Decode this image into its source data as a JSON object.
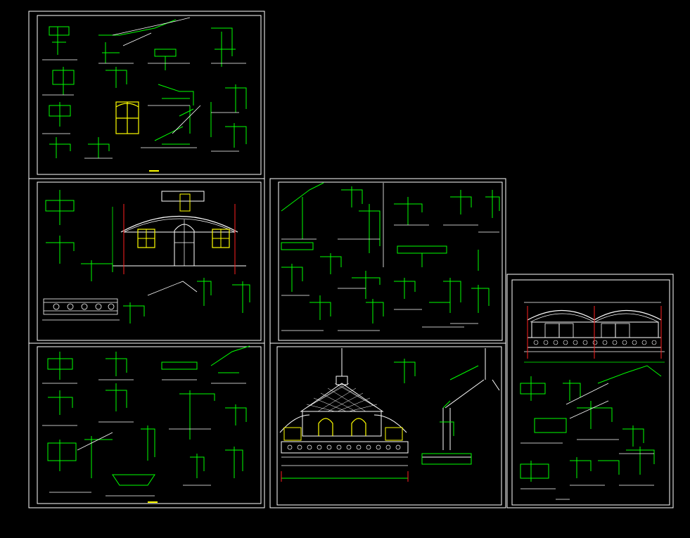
{
  "application": {
    "name": "",
    "background_color": "#000000"
  },
  "colors": {
    "sheet_border": "#ffffff",
    "detail_green": "#00ff00",
    "line_white": "#ffffff",
    "red_axis": "#ff2020",
    "yellow_window": "#ffff00",
    "cyan_text": "#00ffff"
  },
  "drawing_sheets": [
    {
      "id": "sheet-1",
      "content": "detail-sections"
    },
    {
      "id": "sheet-2",
      "content": "elevation-arched-roof"
    },
    {
      "id": "sheet-3",
      "content": "detail-sections"
    },
    {
      "id": "sheet-4",
      "content": "detail-sections"
    },
    {
      "id": "sheet-5",
      "content": "elevation-pyramid-roof"
    },
    {
      "id": "sheet-6",
      "content": "elevation-double-arch"
    }
  ]
}
